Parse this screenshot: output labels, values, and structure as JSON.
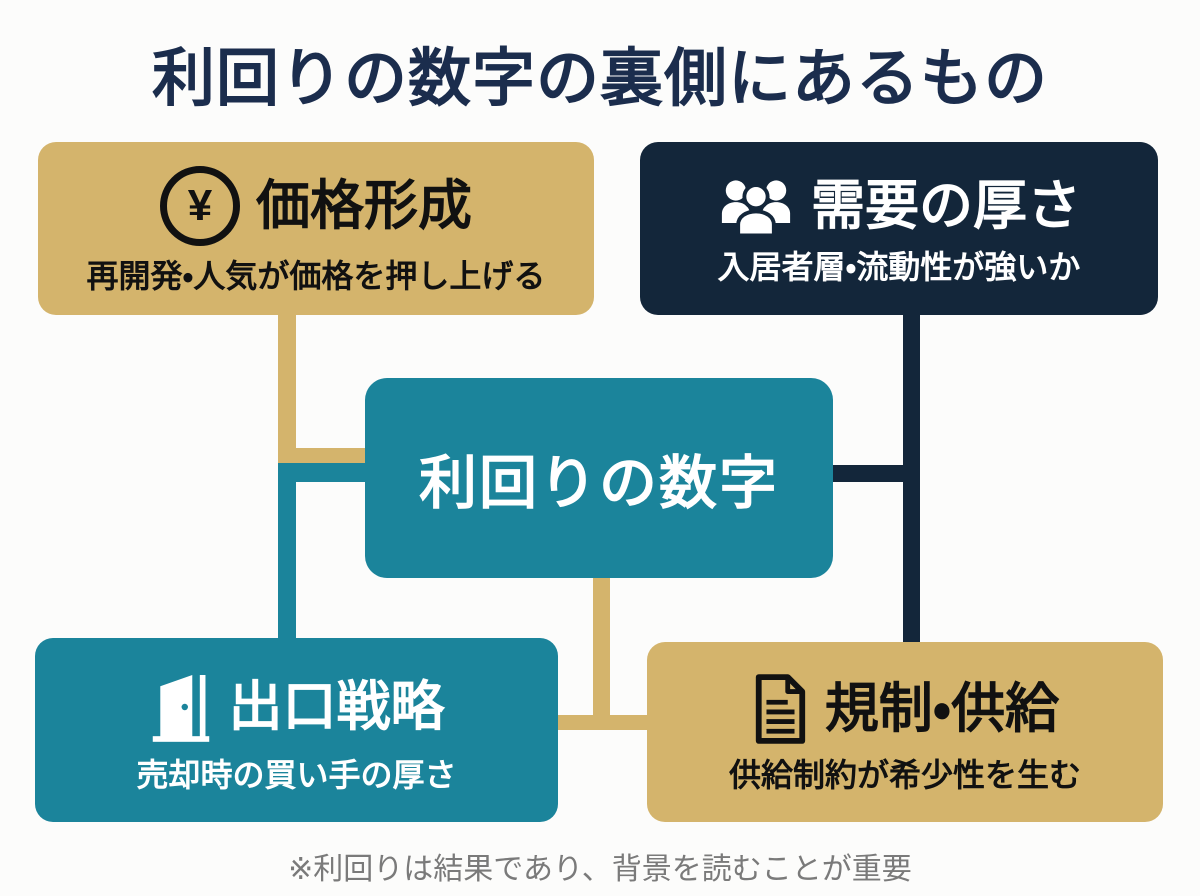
{
  "title": "利回りの数字の裏側にあるもの",
  "center": {
    "label": "利回りの数字"
  },
  "nodes": {
    "price": {
      "icon": "yen-circle-icon",
      "title": "価格形成",
      "subtitle": "再開発・人気が価格を押し上げる"
    },
    "demand": {
      "icon": "people-icon",
      "title": "需要の厚さ",
      "subtitle": "入居者層・流動性が強いか"
    },
    "exit": {
      "icon": "door-icon",
      "title": "出口戦略",
      "subtitle": "売却時の買い手の厚さ"
    },
    "regulation": {
      "icon": "document-icon",
      "title": "規制・供給",
      "subtitle": "供給制約が希少性を生む"
    }
  },
  "glyphs": {
    "yen": "¥"
  },
  "note": "※利回りは結果であり、背景を読むことが重要",
  "colors": {
    "tan": "#d4b46c",
    "navy": "#13263a",
    "teal": "#1b849b",
    "title_navy": "#1b2d4d",
    "note_gray": "#7a7a7a",
    "background": "#fcfcfb",
    "text_dark": "#111111",
    "text_light": "#ffffff"
  }
}
